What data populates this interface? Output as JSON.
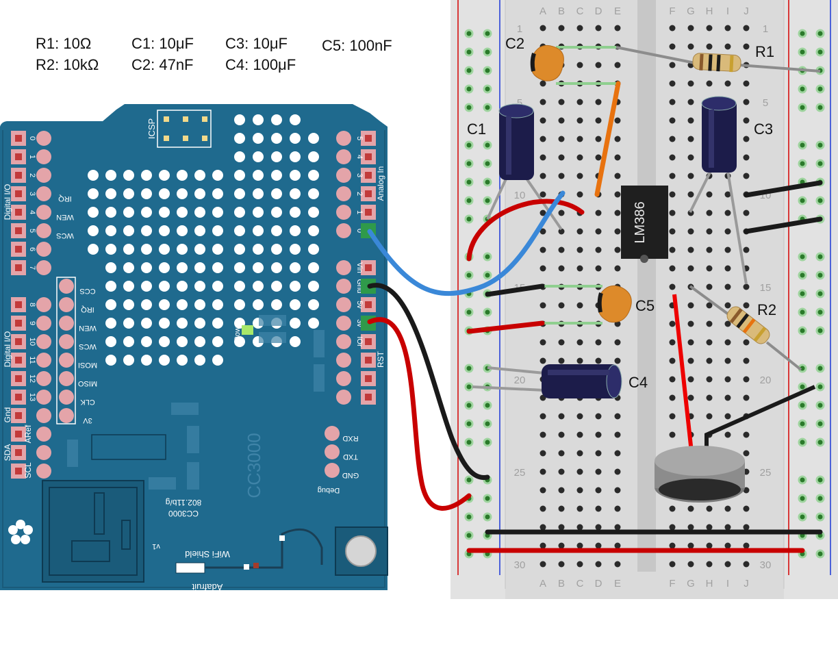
{
  "legend": {
    "items": [
      {
        "label": "R1: 10Ω"
      },
      {
        "label": "R2: 10kΩ"
      },
      {
        "label": "C1: 10μF"
      },
      {
        "label": "C2: 47nF"
      },
      {
        "label": "C3: 10μF"
      },
      {
        "label": "C4: 100μF"
      },
      {
        "label": "C5: 100nF"
      }
    ]
  },
  "shield": {
    "header_icsp": "ICSP",
    "digital_io_label": "Digital I/O",
    "analog_in_label": "Analog In",
    "power_label": "Power",
    "chip_label": "CC3000",
    "chip_desc_1": "CC3000",
    "chip_desc_2": "802.11b/g",
    "brand_1": "WiFi Shield",
    "brand_2": "Adafruit",
    "version": "v1",
    "debug_label": "Debug",
    "gnd_label": "Gnd",
    "sda_label": "SDA",
    "scl_label": "SCL",
    "aref_label": "ARef",
    "rst_label": "RST",
    "left_top_pins": [
      "0",
      "1",
      "2",
      "3",
      "4",
      "5",
      "6",
      "7"
    ],
    "left_top_tags": [
      "",
      "",
      "",
      "IRQ",
      "WEN",
      "WCS",
      "",
      ""
    ],
    "left_bottom_pins": [
      "8",
      "9",
      "10",
      "11",
      "12",
      "13"
    ],
    "spi_tags": [
      "CCS",
      "IRQ",
      "WEN",
      "WCS",
      "MOSI",
      "MISO",
      "CLK",
      "3V"
    ],
    "analog_pins": [
      "5",
      "4",
      "3",
      "2",
      "1",
      "0"
    ],
    "power_pins": [
      "Vin",
      "Gnd",
      "5v",
      "3v",
      "IOr",
      ""
    ],
    "debug_tags": [
      "RXD",
      "TXD",
      "GND"
    ]
  },
  "breadboard": {
    "columns_left": [
      "A",
      "B",
      "C",
      "D",
      "E"
    ],
    "columns_right": [
      "F",
      "G",
      "H",
      "I",
      "J"
    ],
    "row_numbers": [
      "1",
      "5",
      "10",
      "15",
      "20",
      "25",
      "30"
    ],
    "ic_label": "LM386"
  },
  "components": {
    "c1": "C1",
    "c2": "C2",
    "c3": "C3",
    "c4": "C4",
    "c5": "C5",
    "r1": "R1",
    "r2": "R2"
  },
  "colors": {
    "shield": "#1f6a8e",
    "breadboard": "#d9d9d9",
    "pin_pad": "#e4a4a9",
    "rail_red": "#d40000",
    "rail_blue": "#1b36d6",
    "wire_red": "#c80000",
    "wire_black": "#1a1a1a",
    "wire_blue": "#3a88d8",
    "wire_orange": "#e8720f",
    "capacitor_ceramic": "#dd8a2a",
    "capacitor_electrolytic": "#1c1c4a"
  }
}
